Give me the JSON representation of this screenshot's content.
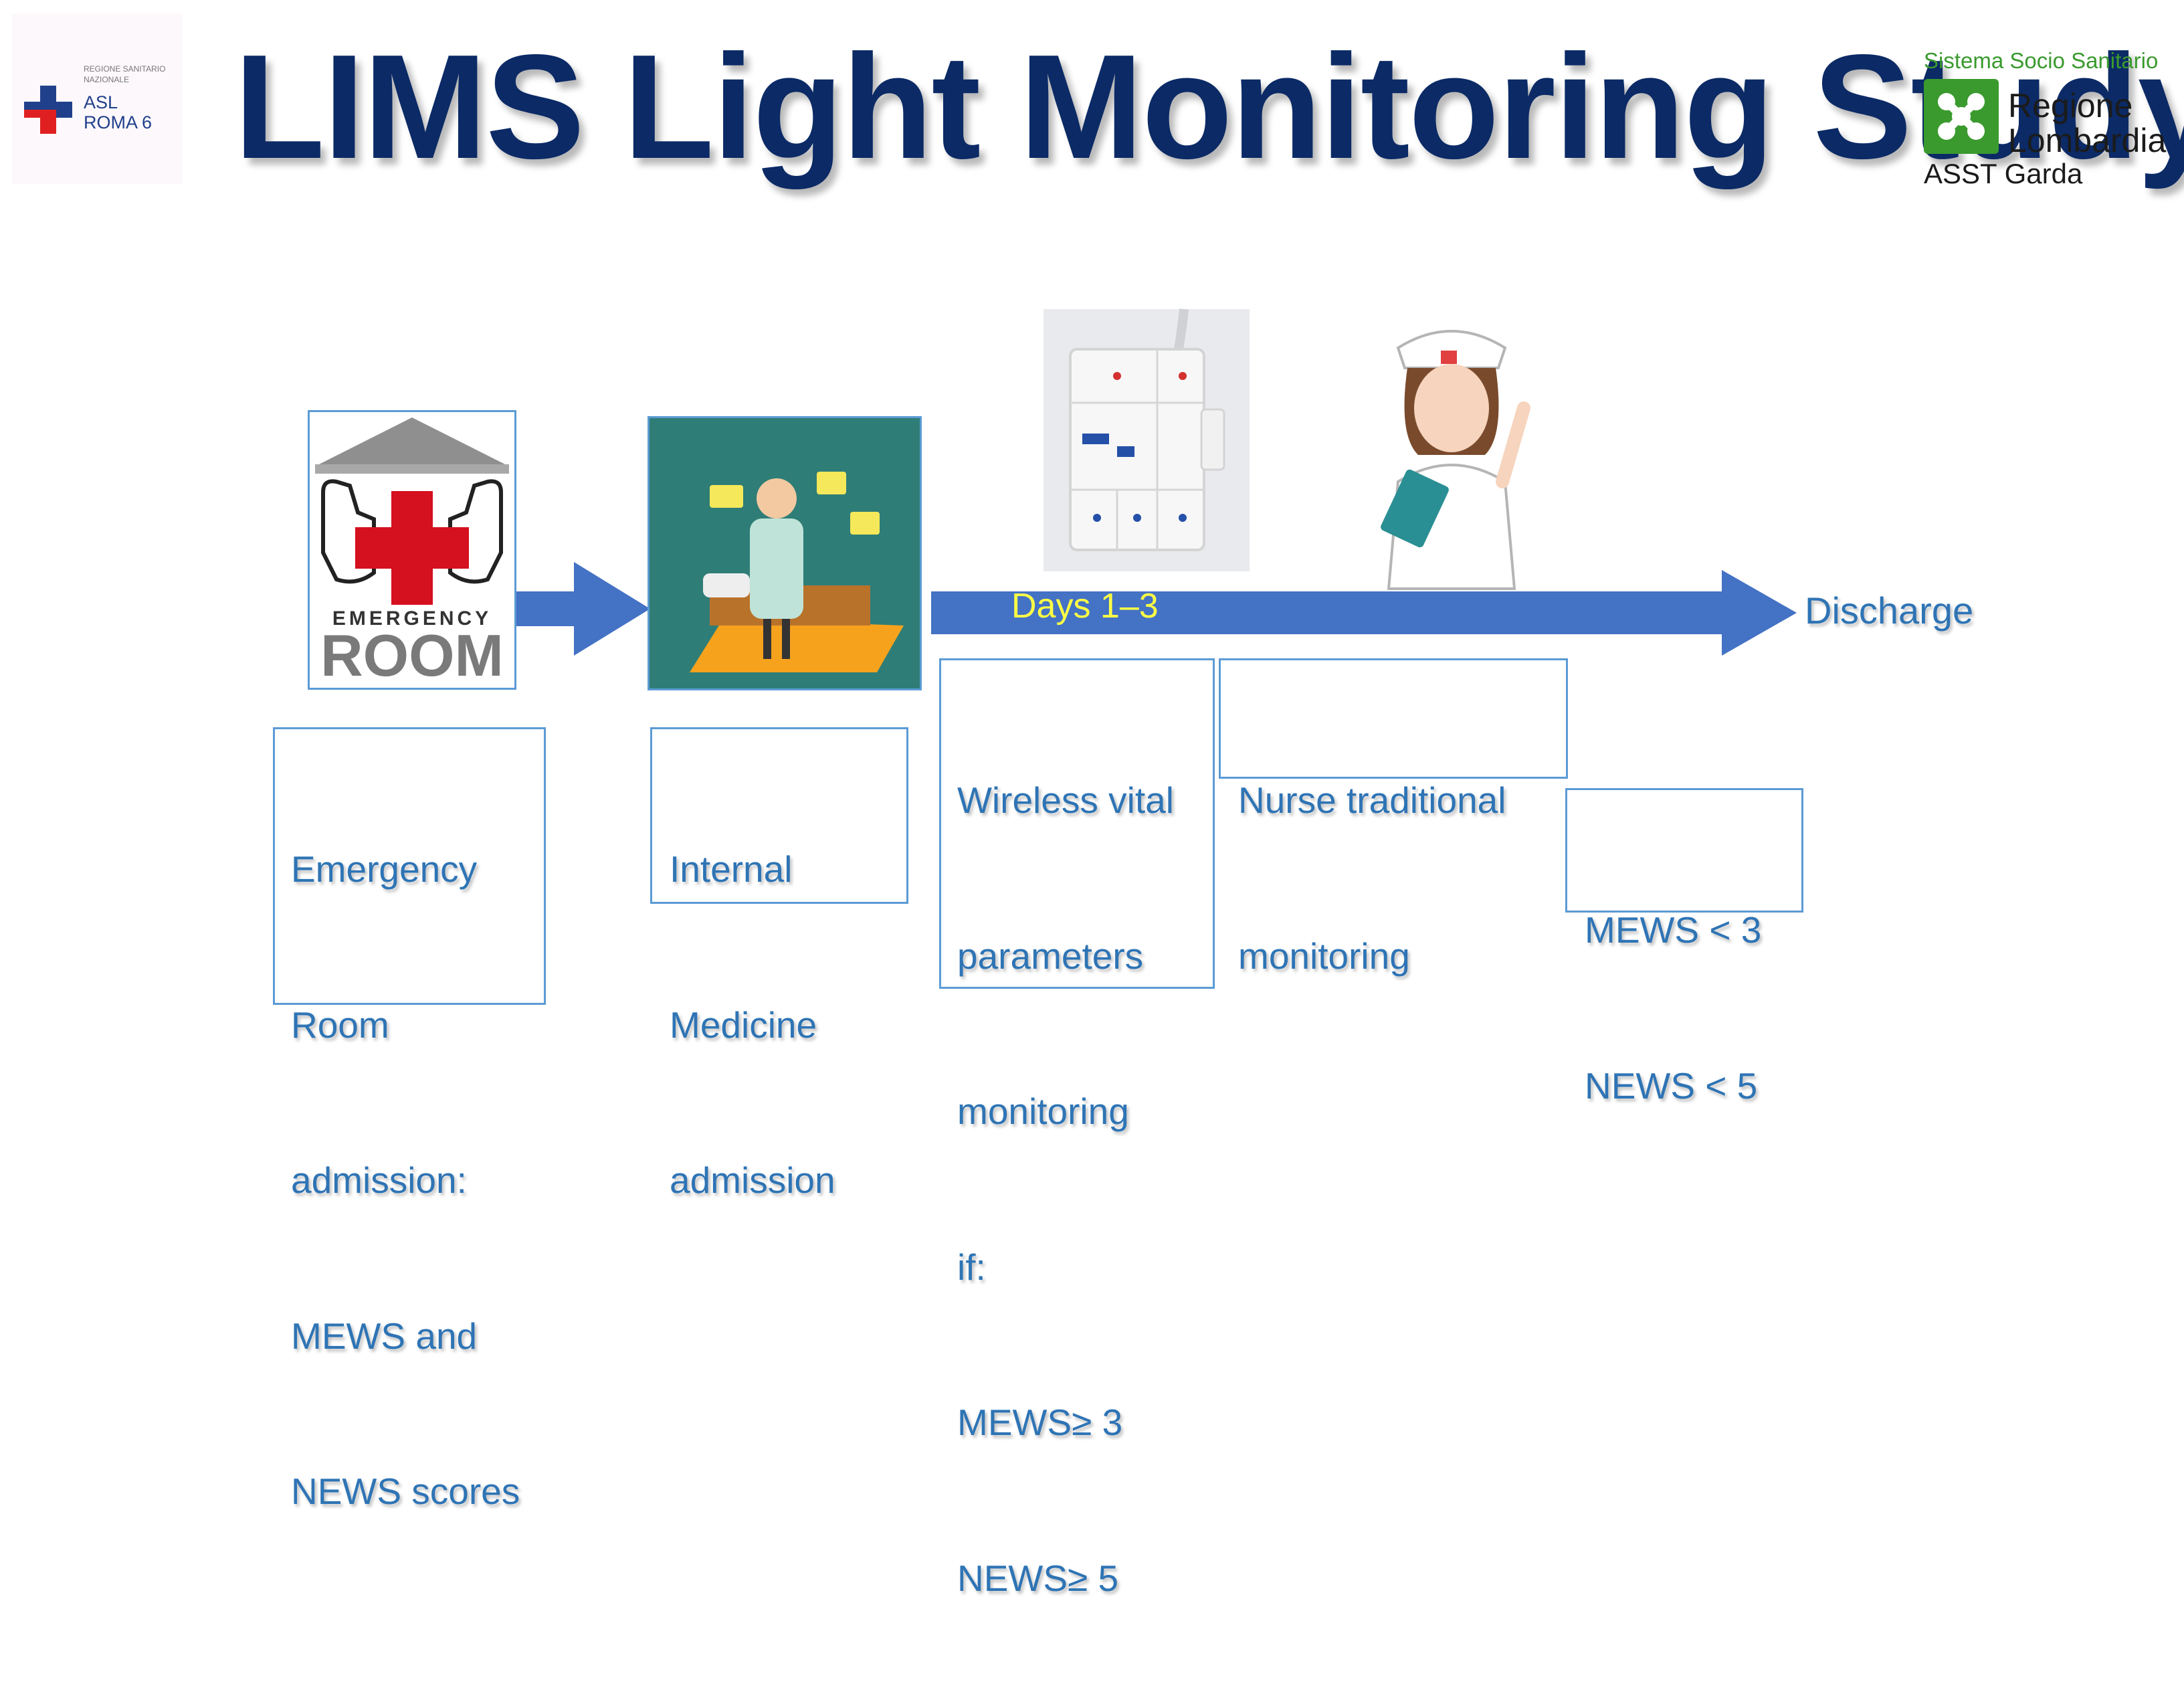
{
  "header": {
    "title": "LIMS Light Monitoring Study",
    "left_logo": {
      "small_line_1": "REGIONE SANITARIO",
      "small_line_2": "NAZIONALE",
      "name_line_1": "ASL",
      "name_line_2": "ROMA 6"
    },
    "right_logo": {
      "top_line": "Sistema Socio Sanitario",
      "name_line_1": "Regione",
      "name_line_2": "Lombardia",
      "bottom_line": "ASST Garda"
    }
  },
  "illustrations": {
    "emergency_room": {
      "line1": "EMERGENCY",
      "line2": "ROOM"
    }
  },
  "timeline": {
    "arrow_label": "Days 1–3",
    "end_label": "Discharge"
  },
  "steps": {
    "er": {
      "lines": [
        "Emergency",
        "Room",
        "admission:",
        "MEWS and",
        "NEWS scores"
      ]
    },
    "im": {
      "lines": [
        "Internal",
        "Medicine",
        "admission"
      ]
    },
    "wireless": {
      "lines": [
        "Wireless vital",
        "parameters",
        "monitoring",
        "if:",
        "MEWS≥ 3",
        "NEWS≥ 5"
      ]
    },
    "nurse": {
      "lines": [
        "Nurse traditional",
        "monitoring"
      ]
    },
    "threshold": {
      "lines": [
        "MEWS < 3",
        "NEWS < 5"
      ]
    }
  },
  "colors": {
    "title": "#0b2a66",
    "arrow": "#4472c4",
    "box_border": "#5b9bd5",
    "box_text": "#2e74b5",
    "arrow_label": "#ffff44"
  }
}
